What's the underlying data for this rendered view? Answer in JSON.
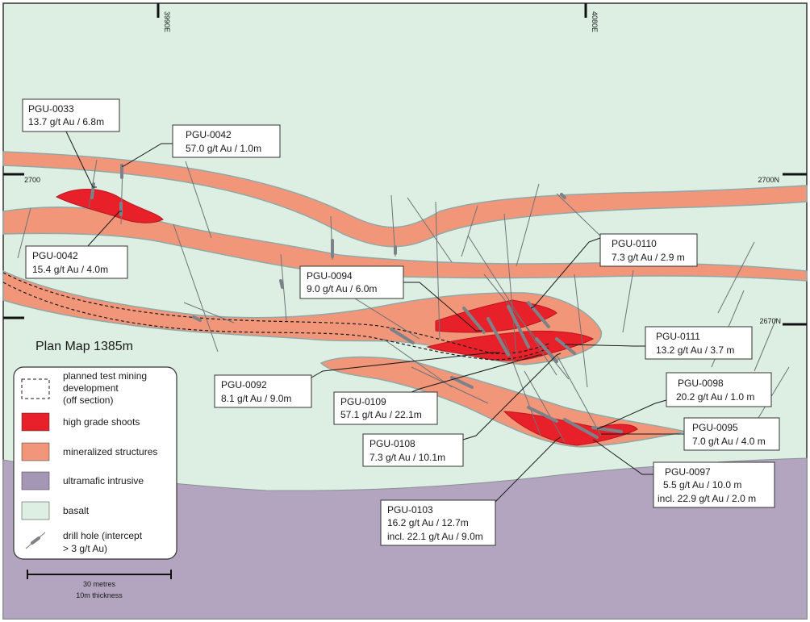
{
  "map": {
    "title": "Plan Map 1385m",
    "grid": {
      "easting_1": "3990E",
      "easting_2": "4080E",
      "northing_1_left": "2700",
      "northing_1_right": "2700N",
      "northing_2_right": "2670N"
    },
    "legend": [
      {
        "label_lines": [
          "planned test mining",
          "development",
          "(off section)"
        ],
        "swatch": "dashed"
      },
      {
        "label_lines": [
          "high grade shoots"
        ],
        "swatch": "#e8202a"
      },
      {
        "label_lines": [
          "mineralized structures"
        ],
        "swatch": "#f2967a"
      },
      {
        "label_lines": [
          "ultramafic intrusive"
        ],
        "swatch": "#a596b5"
      },
      {
        "label_lines": [
          "basalt"
        ],
        "swatch": "#dcefe2"
      },
      {
        "label_lines": [
          "drill hole (intercept",
          "> 3 g/t Au)"
        ],
        "swatch": "drill"
      }
    ],
    "scale_bar": {
      "label": "30 metres",
      "note": "10m thickness"
    },
    "intercepts": [
      {
        "hole": "PGU-0033",
        "lines": [
          "13.7 g/t Au / 6.8m"
        ]
      },
      {
        "hole": "PGU-0042",
        "lines": [
          "57.0 g/t Au / 1.0m"
        ]
      },
      {
        "hole": "PGU-0042",
        "lines": [
          "15.4 g/t Au / 4.0m"
        ]
      },
      {
        "hole": "PGU-0094",
        "lines": [
          "9.0 g/t Au / 6.0m"
        ]
      },
      {
        "hole": "PGU-0110",
        "lines": [
          "7.3 g/t Au / 2.9 m"
        ]
      },
      {
        "hole": "PGU-0111",
        "lines": [
          "13.2 g/t Au / 3.7 m"
        ]
      },
      {
        "hole": "PGU-0092",
        "lines": [
          "8.1 g/t Au / 9.0m"
        ]
      },
      {
        "hole": "PGU-0109",
        "lines": [
          "57.1 g/t Au / 22.1m"
        ]
      },
      {
        "hole": "PGU-0098",
        "lines": [
          "20.2 g/t Au / 1.0 m"
        ]
      },
      {
        "hole": "PGU-0108",
        "lines": [
          "7.3 g/t Au / 10.1m"
        ]
      },
      {
        "hole": "PGU-0095",
        "lines": [
          "7.0 g/t Au / 4.0 m"
        ]
      },
      {
        "hole": "PGU-0097",
        "lines": [
          "5.5 g/t Au / 10.0 m",
          "incl. 22.9 g/t Au / 2.0 m"
        ]
      },
      {
        "hole": "PGU-0103",
        "lines": [
          "16.2 g/t Au / 12.7m",
          "incl. 22.1 g/t Au / 9.0m"
        ]
      }
    ],
    "colors": {
      "basalt": "#dcefe2",
      "ultramafic": "#b3a5c0",
      "mineralized": "#f2967a",
      "high_grade": "#e8202a",
      "structure_edge": "#8fa8a8"
    }
  }
}
